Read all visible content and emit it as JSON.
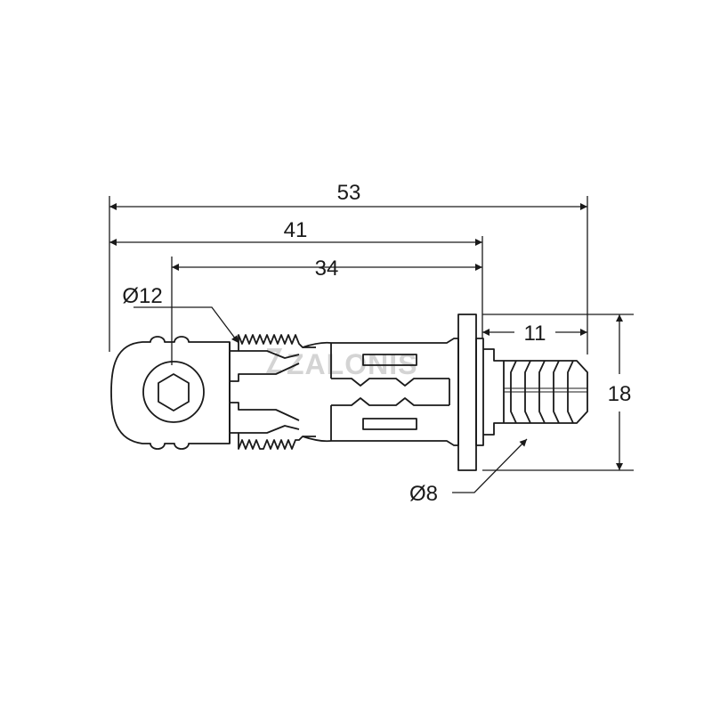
{
  "drawing": {
    "watermark": "ZALONIS",
    "dimensions": {
      "total_length": "53",
      "body_length": "41",
      "body_from_center": "34",
      "flange_to_end": "11",
      "flange_height": "18",
      "head_diameter": "Ø12",
      "dowel_diameter": "Ø8"
    }
  }
}
